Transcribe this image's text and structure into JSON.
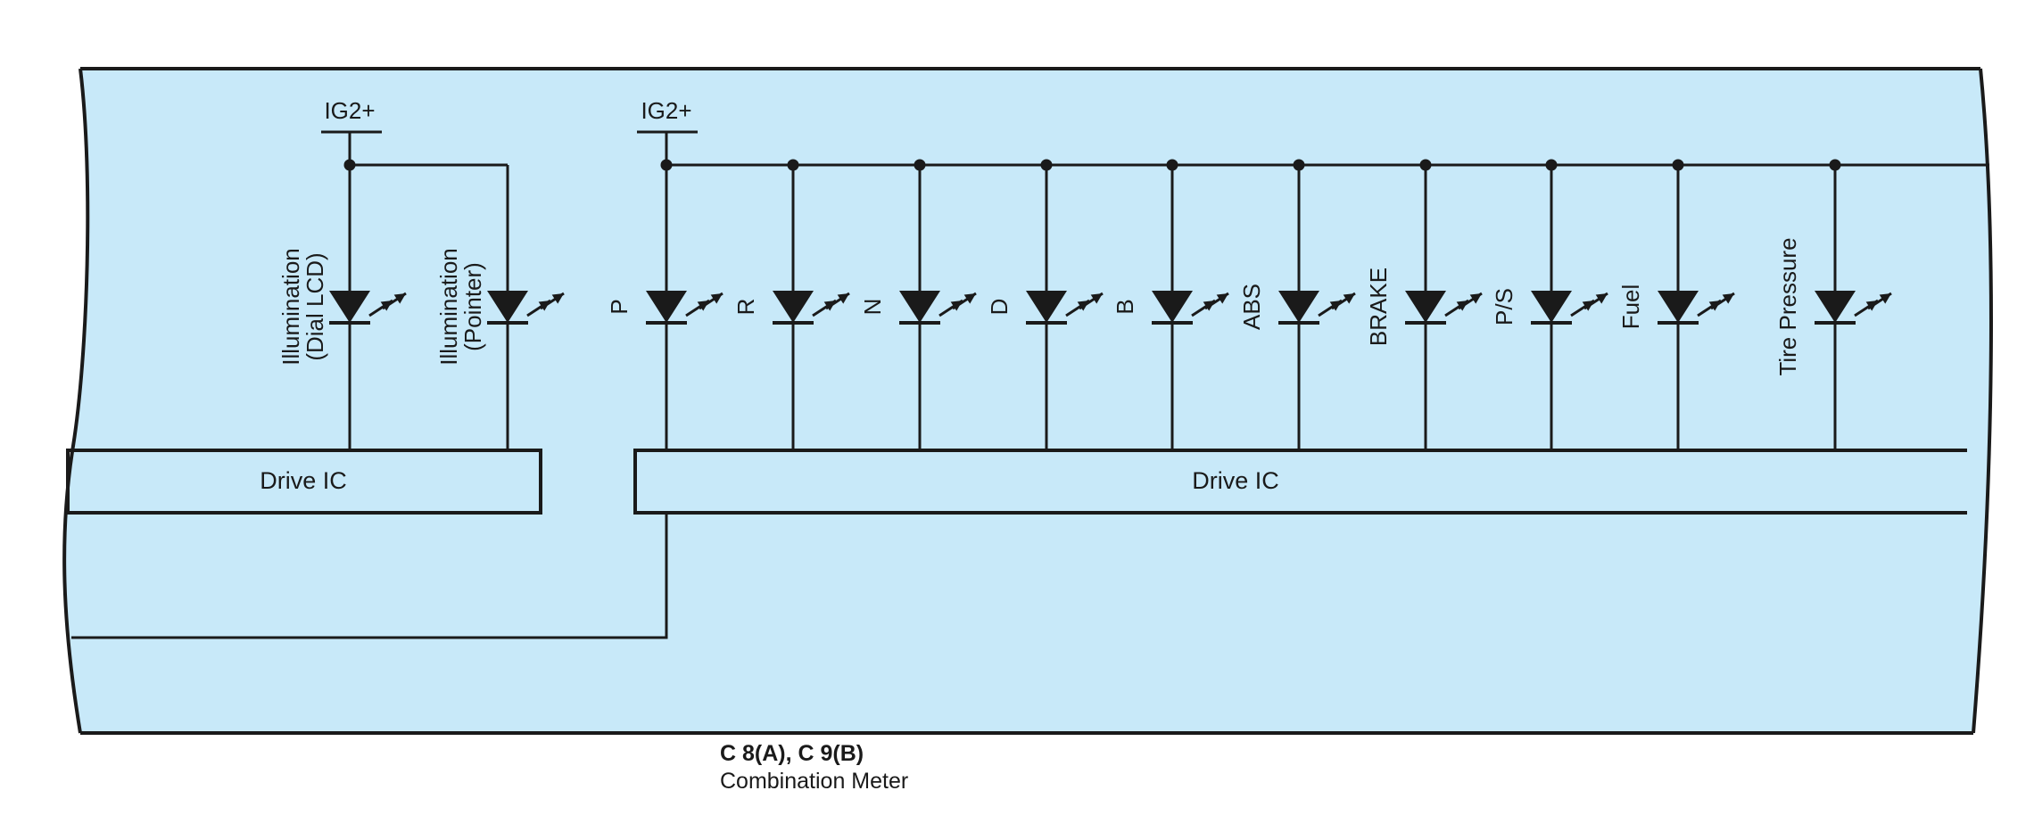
{
  "meter": {
    "connector": "C 8(A), C 9(B)",
    "name": "Combination Meter",
    "fill_color": "#c8e9f9",
    "line_color": "#1a1a1a"
  },
  "power": [
    {
      "id": "ig2-left",
      "label": "IG2+"
    },
    {
      "id": "ig2-right",
      "label": "IG2+"
    }
  ],
  "drive_ics": [
    {
      "id": "drive-ic-left",
      "label": "Drive IC"
    },
    {
      "id": "drive-ic-right",
      "label": "Drive IC"
    }
  ],
  "leds": [
    {
      "id": "illumination-dial-lcd",
      "lines": [
        "Illumination",
        "(Dial LCD)"
      ]
    },
    {
      "id": "illumination-pointer",
      "lines": [
        "Illumination",
        "(Pointer)"
      ]
    },
    {
      "id": "indicator-p",
      "lines": [
        "P"
      ]
    },
    {
      "id": "indicator-r",
      "lines": [
        "R"
      ]
    },
    {
      "id": "indicator-n",
      "lines": [
        "N"
      ]
    },
    {
      "id": "indicator-d",
      "lines": [
        "D"
      ]
    },
    {
      "id": "indicator-b",
      "lines": [
        "B"
      ]
    },
    {
      "id": "indicator-abs",
      "lines": [
        "ABS"
      ]
    },
    {
      "id": "indicator-brake",
      "lines": [
        "BRAKE"
      ]
    },
    {
      "id": "indicator-ps",
      "lines": [
        "P/S"
      ]
    },
    {
      "id": "indicator-fuel",
      "lines": [
        "Fuel"
      ]
    },
    {
      "id": "indicator-tire-pressure",
      "lines": [
        "Tire Pressure"
      ]
    }
  ]
}
